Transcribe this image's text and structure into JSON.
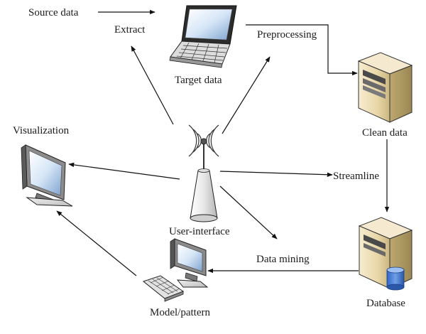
{
  "nodes": {
    "source": "Source data",
    "target": "Target data",
    "clean": "Clean data",
    "database": "Database",
    "model": "Model/pattern",
    "visualization": "Visualization",
    "ui": "User-interface"
  },
  "edges": {
    "extract": "Extract",
    "preprocessing": "Preprocessing",
    "streamline": "Streamline",
    "data_mining": "Data mining"
  },
  "icons": {
    "laptop": "laptop-icon",
    "server": "server-icon",
    "database_server": "database-server-icon",
    "monitor": "monitor-icon",
    "desktop": "desktop-computer-icon",
    "antenna": "antenna-icon"
  }
}
